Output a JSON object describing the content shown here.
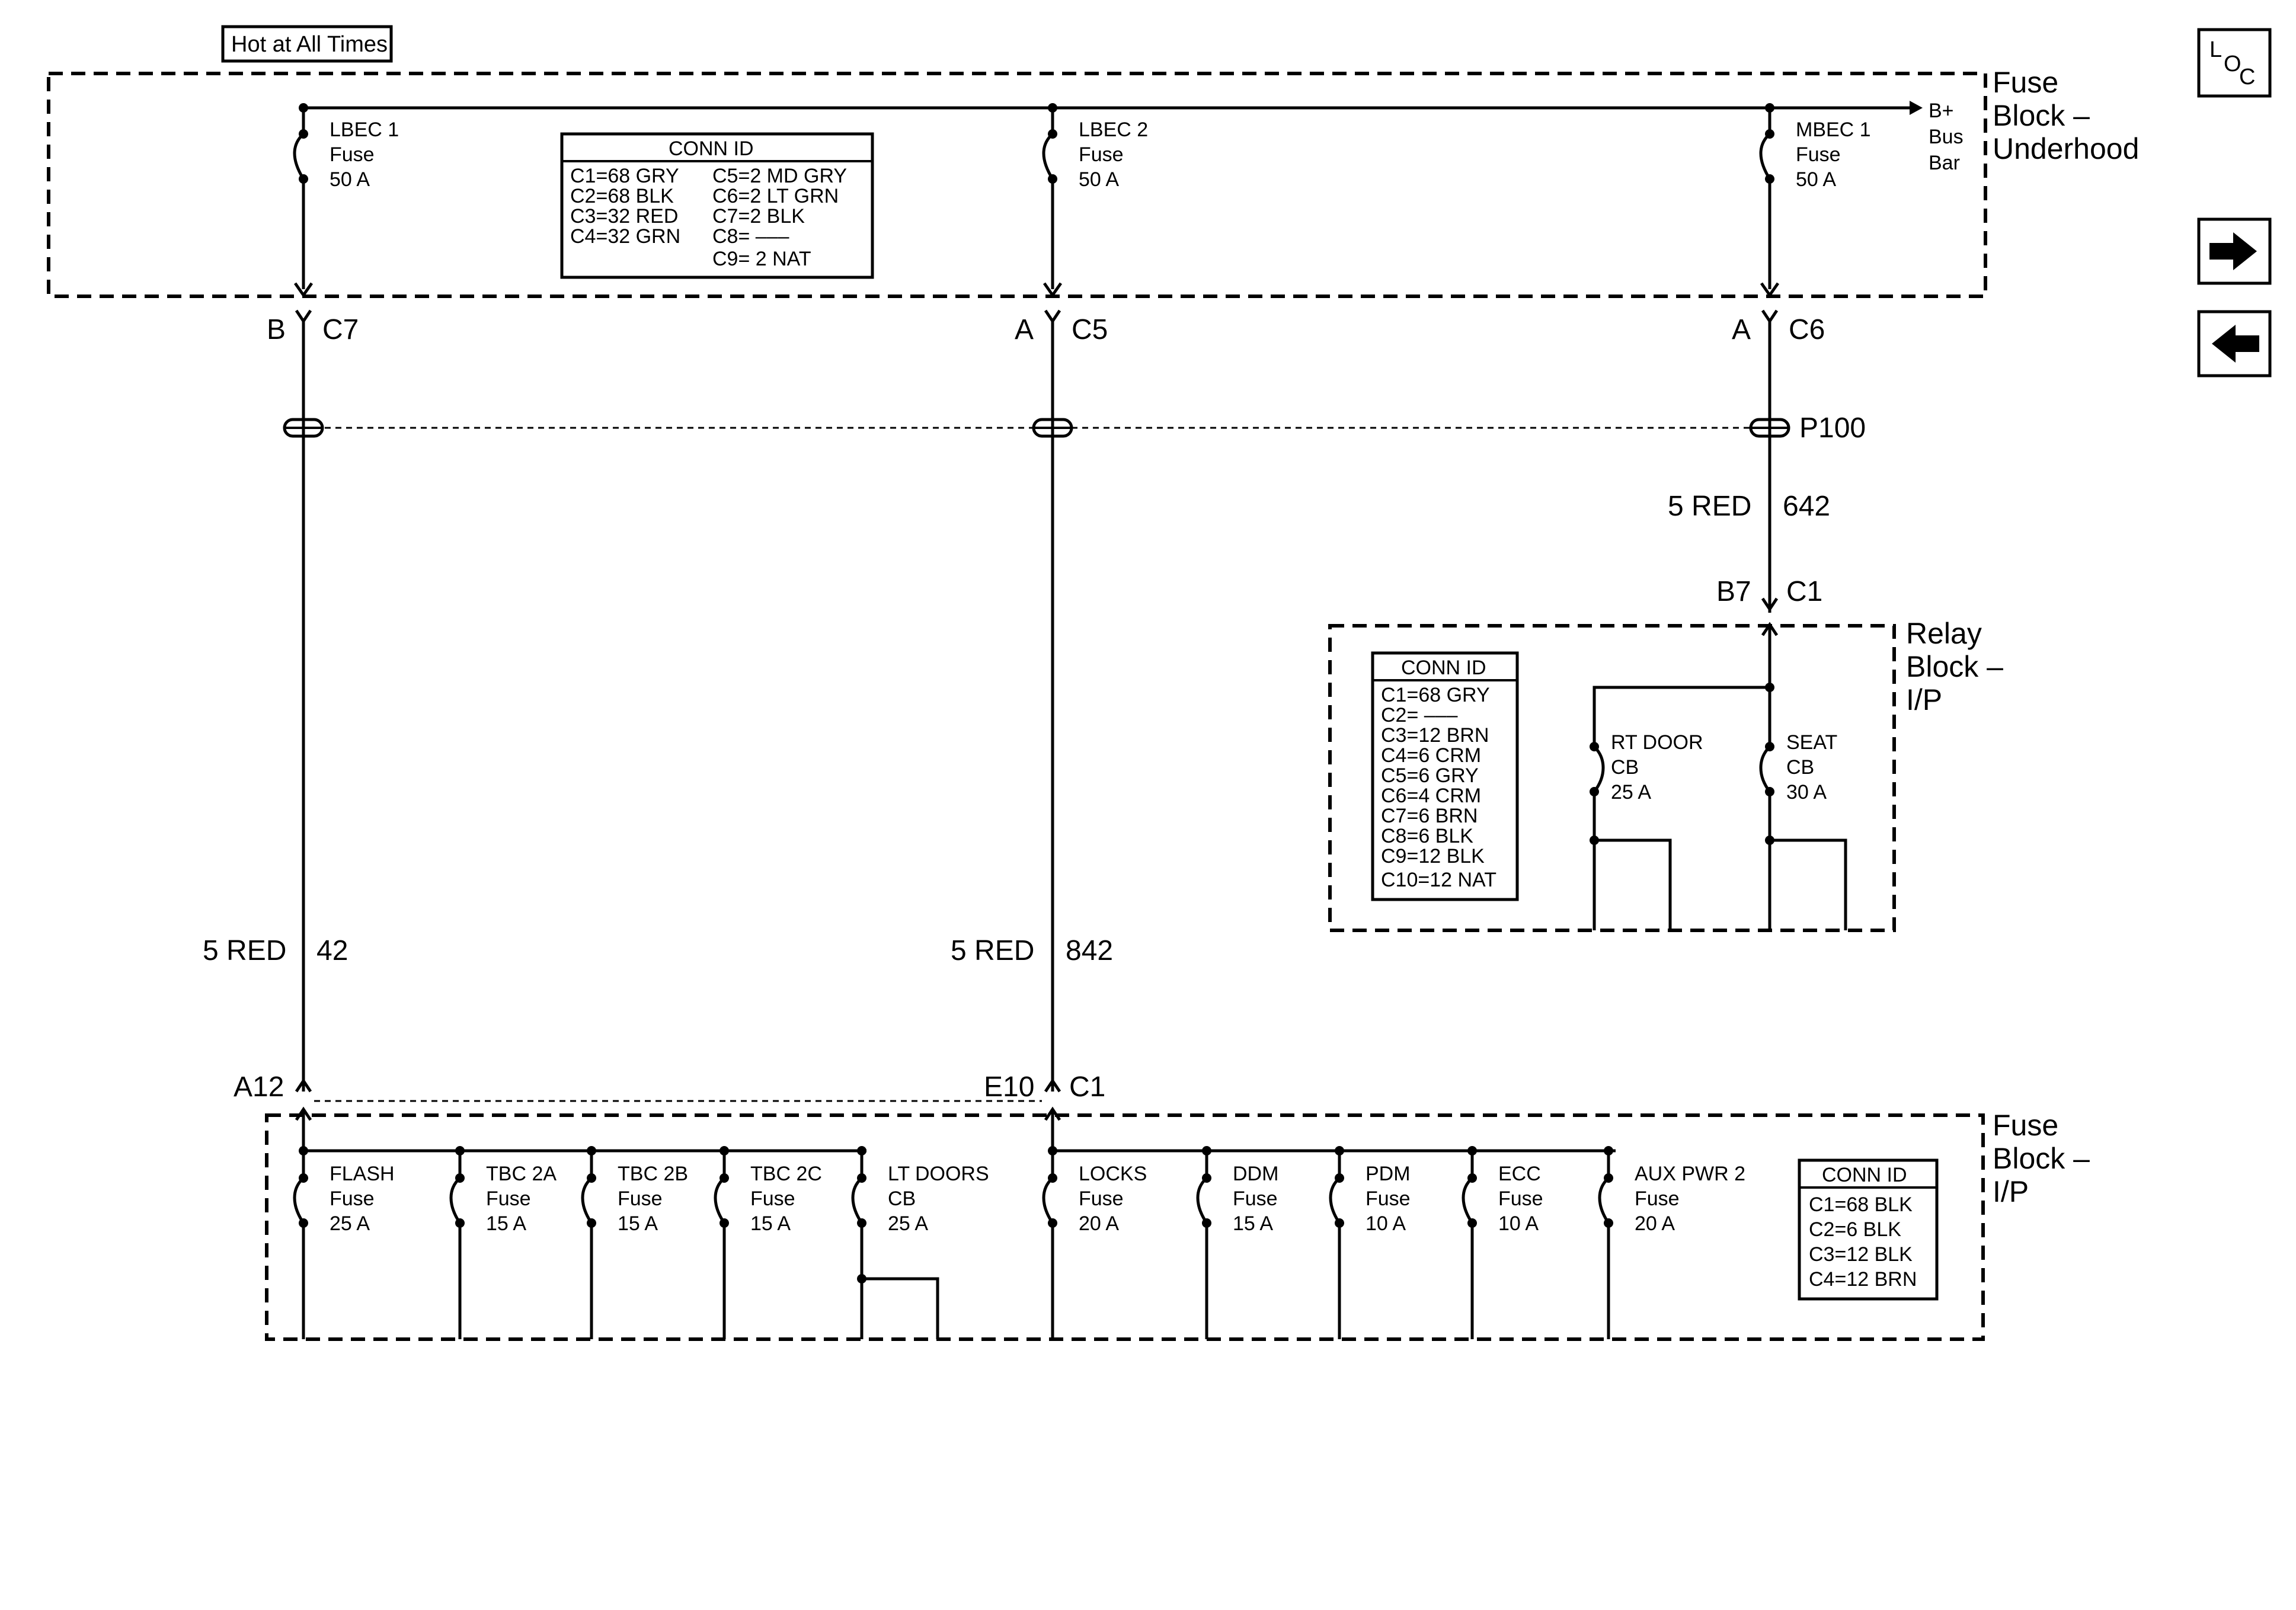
{
  "hot_label": "Hot at All Times",
  "nav": {
    "loc_l": "L",
    "loc_o": "O",
    "loc_c": "C"
  },
  "underhood": {
    "block_label": [
      "Fuse",
      "Block –",
      "Underhood"
    ],
    "bus_label": [
      "B+",
      "Bus",
      "Bar"
    ],
    "fuses": [
      {
        "name": "LBEC 1",
        "type": "Fuse",
        "rating": "50 A"
      },
      {
        "name": "LBEC 2",
        "type": "Fuse",
        "rating": "50 A"
      },
      {
        "name": "MBEC 1",
        "type": "Fuse",
        "rating": "50 A"
      }
    ],
    "conn_id": {
      "title": "CONN ID",
      "left": [
        "C1=68 GRY",
        "C2=68 BLK",
        "C3=32 RED",
        "C4=32 GRN"
      ],
      "right": [
        "C5=2 MD GRY",
        "C6=2 LT GRN",
        "C7=2 BLK",
        "C8= –––",
        "C9= 2 NAT"
      ]
    },
    "connectors": [
      {
        "pin": "B",
        "conn": "C7"
      },
      {
        "pin": "A",
        "conn": "C5"
      },
      {
        "pin": "A",
        "conn": "C6"
      }
    ]
  },
  "splice": "P100",
  "wires": [
    {
      "color": "5 RED",
      "circuit": "42"
    },
    {
      "color": "5 RED",
      "circuit": "842"
    },
    {
      "color": "5 RED",
      "circuit": "642"
    }
  ],
  "relay_block": {
    "label": [
      "Relay",
      "Block –",
      "I/P"
    ],
    "connector": {
      "pin": "B7",
      "conn": "C1"
    },
    "conn_id": {
      "title": "CONN ID",
      "items": [
        "C1=68 GRY",
        "C2= –––",
        "C3=12 BRN",
        "C4=6 CRM",
        "C5=6 GRY",
        "C6=4 CRM",
        "C7=6 BRN",
        "C8=6 BLK",
        "C9=12 BLK",
        "C10=12 NAT"
      ]
    },
    "breakers": [
      {
        "name": "RT DOOR",
        "type": "CB",
        "rating": "25 A"
      },
      {
        "name": "SEAT",
        "type": "CB",
        "rating": "30 A"
      }
    ]
  },
  "ip_block": {
    "label": [
      "Fuse",
      "Block –",
      "I/P"
    ],
    "connectors": [
      {
        "pin": "A12",
        "conn": ""
      },
      {
        "pin": "E10",
        "conn": "C1"
      }
    ],
    "conn_id": {
      "title": "CONN ID",
      "items": [
        "C1=68 BLK",
        "C2=6 BLK",
        "C3=12 BLK",
        "C4=12 BRN"
      ]
    },
    "fuses": [
      {
        "name": "FLASH",
        "type": "Fuse",
        "rating": "25 A"
      },
      {
        "name": "TBC 2A",
        "type": "Fuse",
        "rating": "15 A"
      },
      {
        "name": "TBC 2B",
        "type": "Fuse",
        "rating": "15 A"
      },
      {
        "name": "TBC 2C",
        "type": "Fuse",
        "rating": "15 A"
      },
      {
        "name": "LT DOORS",
        "type": "CB",
        "rating": "25 A"
      },
      {
        "name": "LOCKS",
        "type": "Fuse",
        "rating": "20 A"
      },
      {
        "name": "DDM",
        "type": "Fuse",
        "rating": "15 A"
      },
      {
        "name": "PDM",
        "type": "Fuse",
        "rating": "10 A"
      },
      {
        "name": "ECC",
        "type": "Fuse",
        "rating": "10 A"
      },
      {
        "name": "AUX PWR 2",
        "type": "Fuse",
        "rating": "20 A"
      }
    ]
  }
}
